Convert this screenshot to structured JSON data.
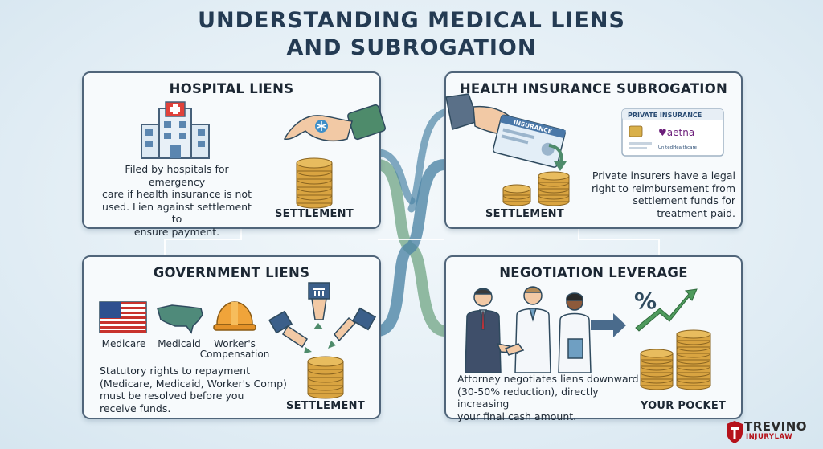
{
  "title": {
    "line1": "UNDERSTANDING MEDICAL LIENS",
    "line2": "AND SUBROGATION"
  },
  "colors": {
    "title": "#243b53",
    "panel_border": "#50657a",
    "ribbon_blue": "#4f86a6",
    "ribbon_green": "#7fae92",
    "coin": "#d9a441",
    "logo_red": "#b5121b"
  },
  "hospital": {
    "heading": "HOSPITAL LIENS",
    "body": [
      "Filed by hospitals for emergency",
      "care if health insurance is not",
      "used. Lien against settlement to",
      "ensure payment."
    ],
    "caption": "SETTLEMENT",
    "icons": [
      "hospital-building-icon",
      "hand-with-medical-symbol-icon",
      "coin-stack-icon"
    ]
  },
  "health": {
    "heading": "HEALTH INSURANCE SUBROGATION",
    "card_header": "PRIVATE INSURANCE",
    "card_brand": "aetna",
    "card_sub": "UnitedHealthcare",
    "held_card": "INSURANCE",
    "body": [
      "Private insurers have a legal",
      "right to reimbursement from",
      "settlement funds for",
      "treatment paid."
    ],
    "caption": "SETTLEMENT",
    "icons": [
      "hand-with-insurance-card-icon",
      "private-insurance-card-icon",
      "coin-stack-icon",
      "arrow-down-icon"
    ]
  },
  "government": {
    "heading": "GOVERNMENT LIENS",
    "labels": [
      "Medicare",
      "Medicaid",
      "Worker's",
      "Compensation"
    ],
    "body": [
      "Statutory rights to repayment",
      "(Medicare, Medicaid, Worker's Comp)",
      "must be resolved before you",
      "receive funds."
    ],
    "caption": "SETTLEMENT",
    "icons": [
      "us-flag-icon",
      "us-map-icon",
      "hard-hat-icon",
      "government-hands-icon",
      "coin-stack-icon"
    ]
  },
  "negotiation": {
    "heading": "NEGOTIATION LEVERAGE",
    "body": [
      "Attorney negotiates liens downward",
      "(30-50% reduction), directly increasing",
      "your final cash amount."
    ],
    "caption": "YOUR POCKET",
    "icons": [
      "handshake-icon",
      "arrow-right-icon",
      "percent-trend-icon",
      "coin-stack-icon"
    ]
  },
  "logo": {
    "name": "TREVINO",
    "tagline": "INJURYLAW"
  }
}
